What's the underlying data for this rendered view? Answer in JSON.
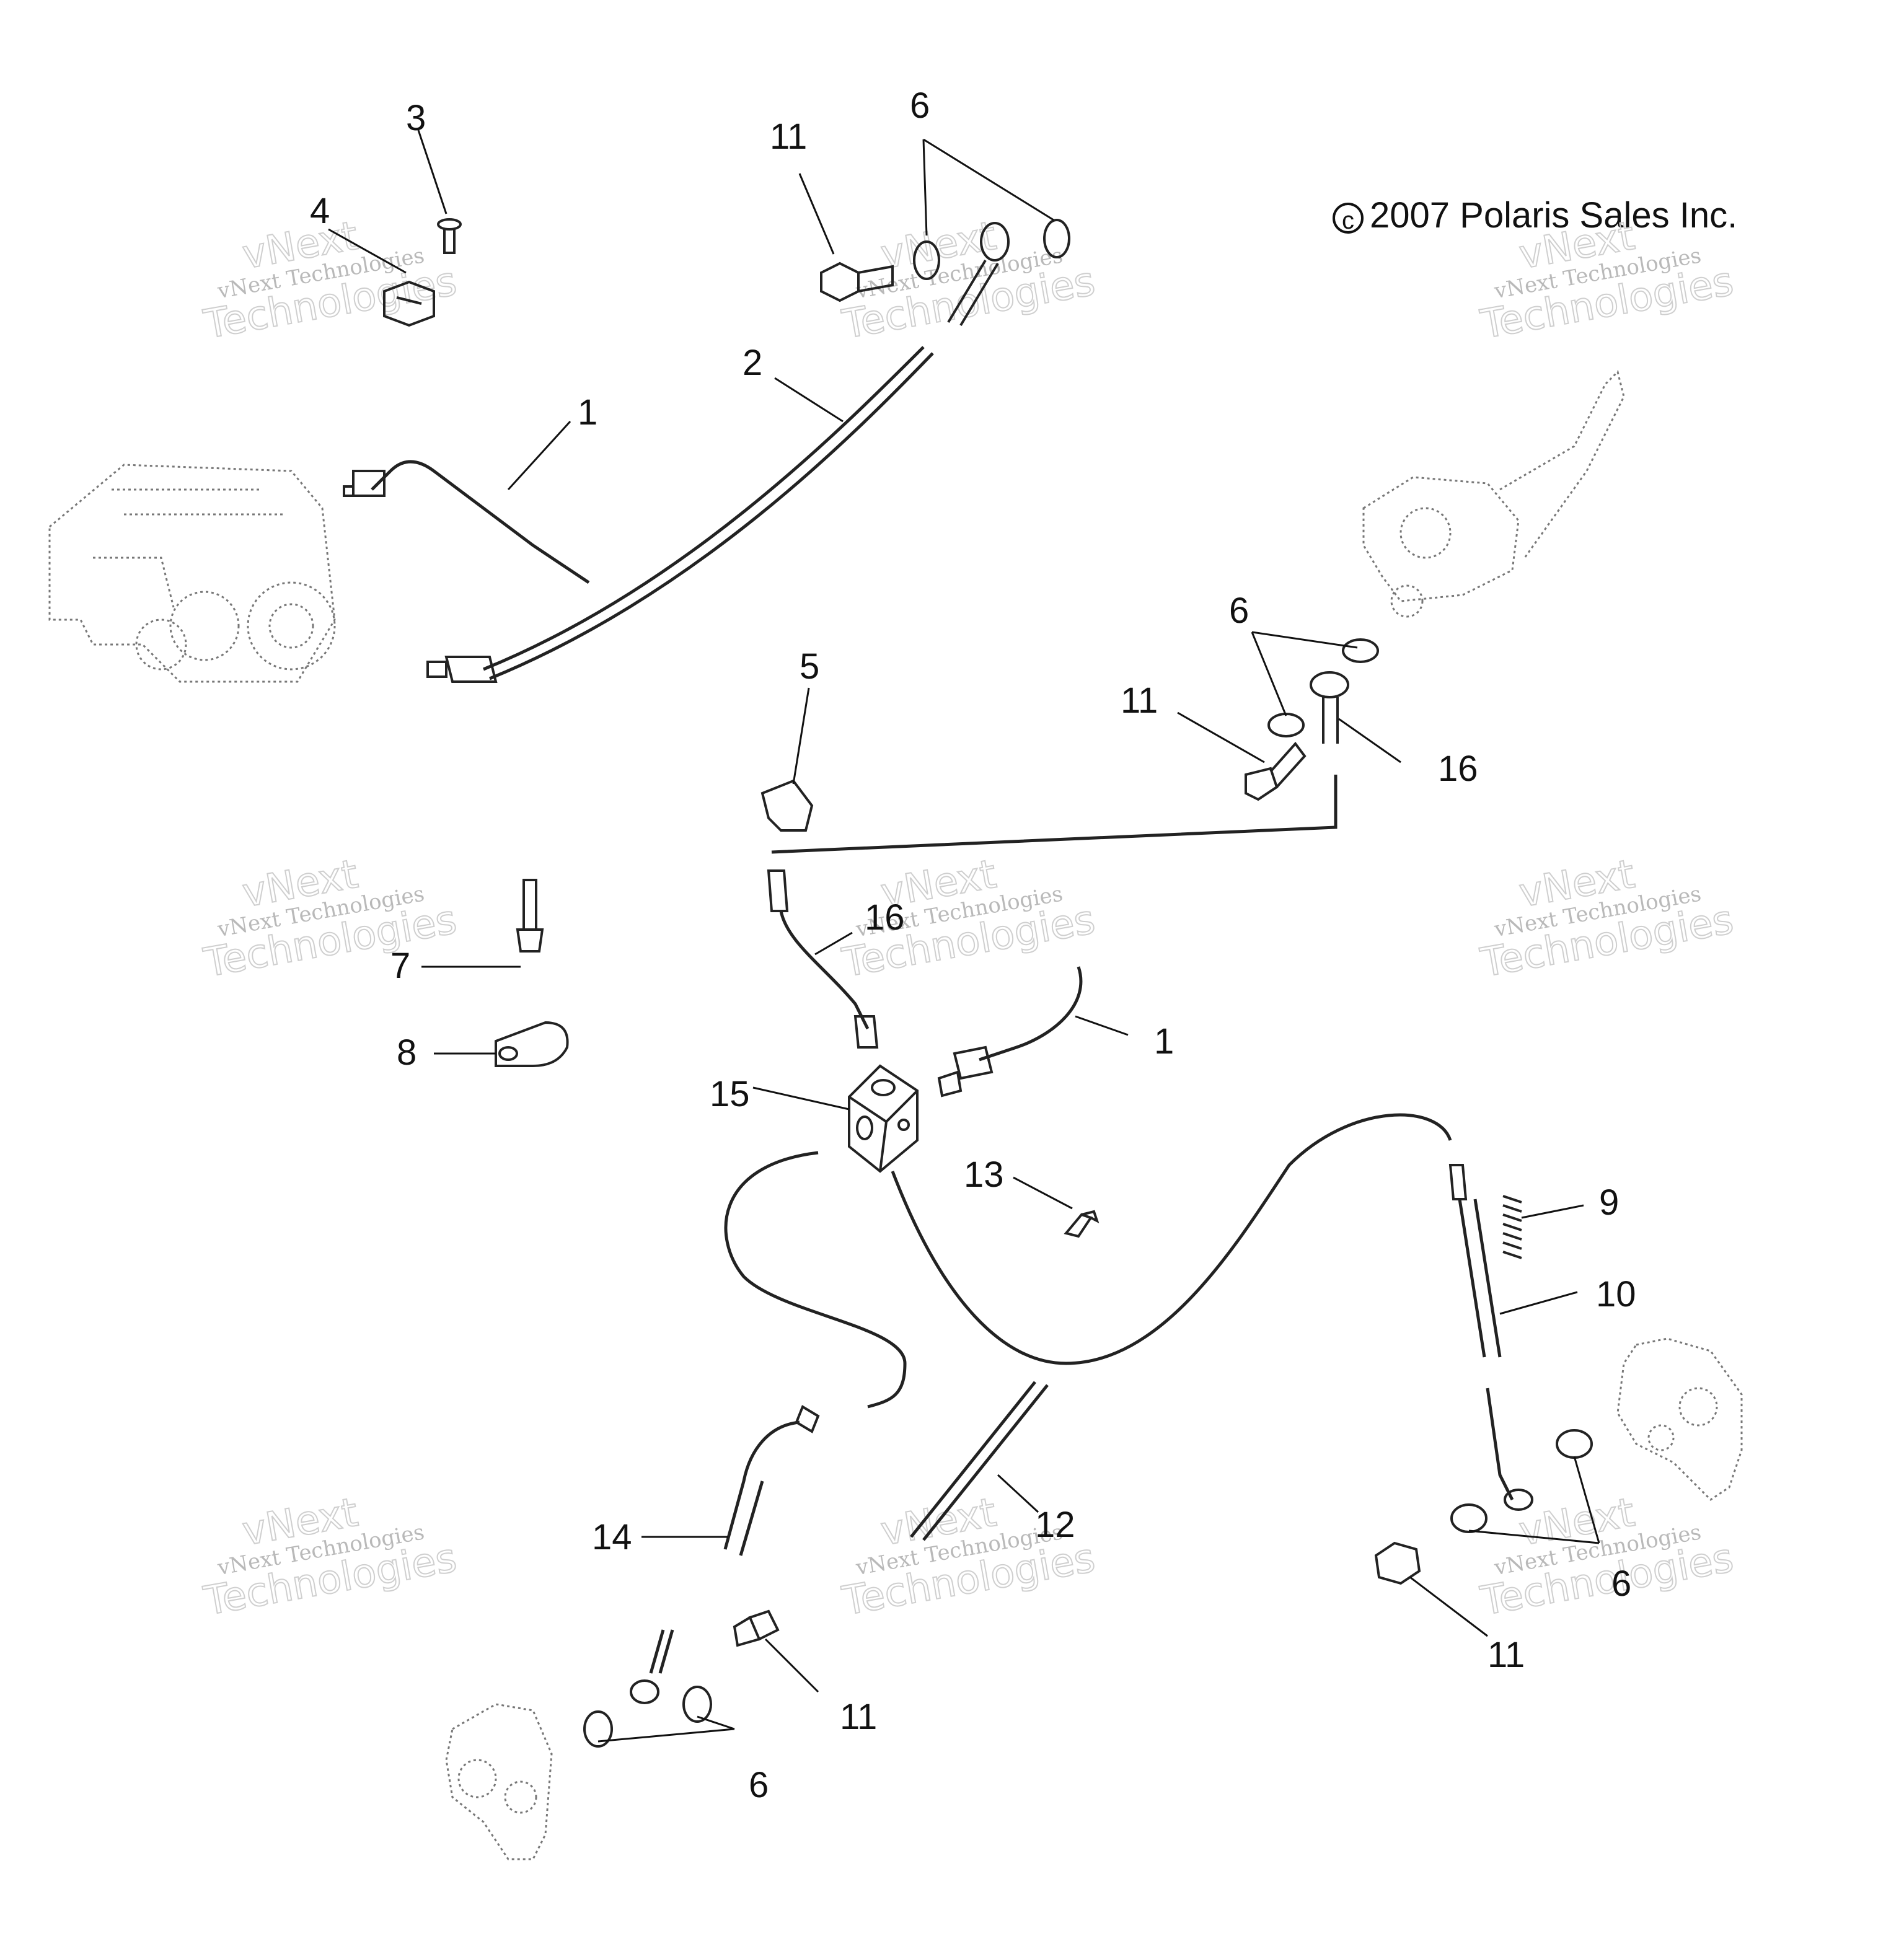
{
  "diagram": {
    "copyright": "2007 Polaris Sales Inc.",
    "copyright_symbol": "c",
    "watermark": {
      "line1": "vNext Technologies",
      "line2": "vNext",
      "line3": "Technologies"
    },
    "callouts": [
      "3",
      "4",
      "11",
      "6",
      "2",
      "1",
      "6",
      "11",
      "16",
      "5",
      "16",
      "7",
      "1",
      "8",
      "15",
      "13",
      "9",
      "10",
      "14",
      "12",
      "11",
      "6",
      "11",
      "6"
    ]
  }
}
